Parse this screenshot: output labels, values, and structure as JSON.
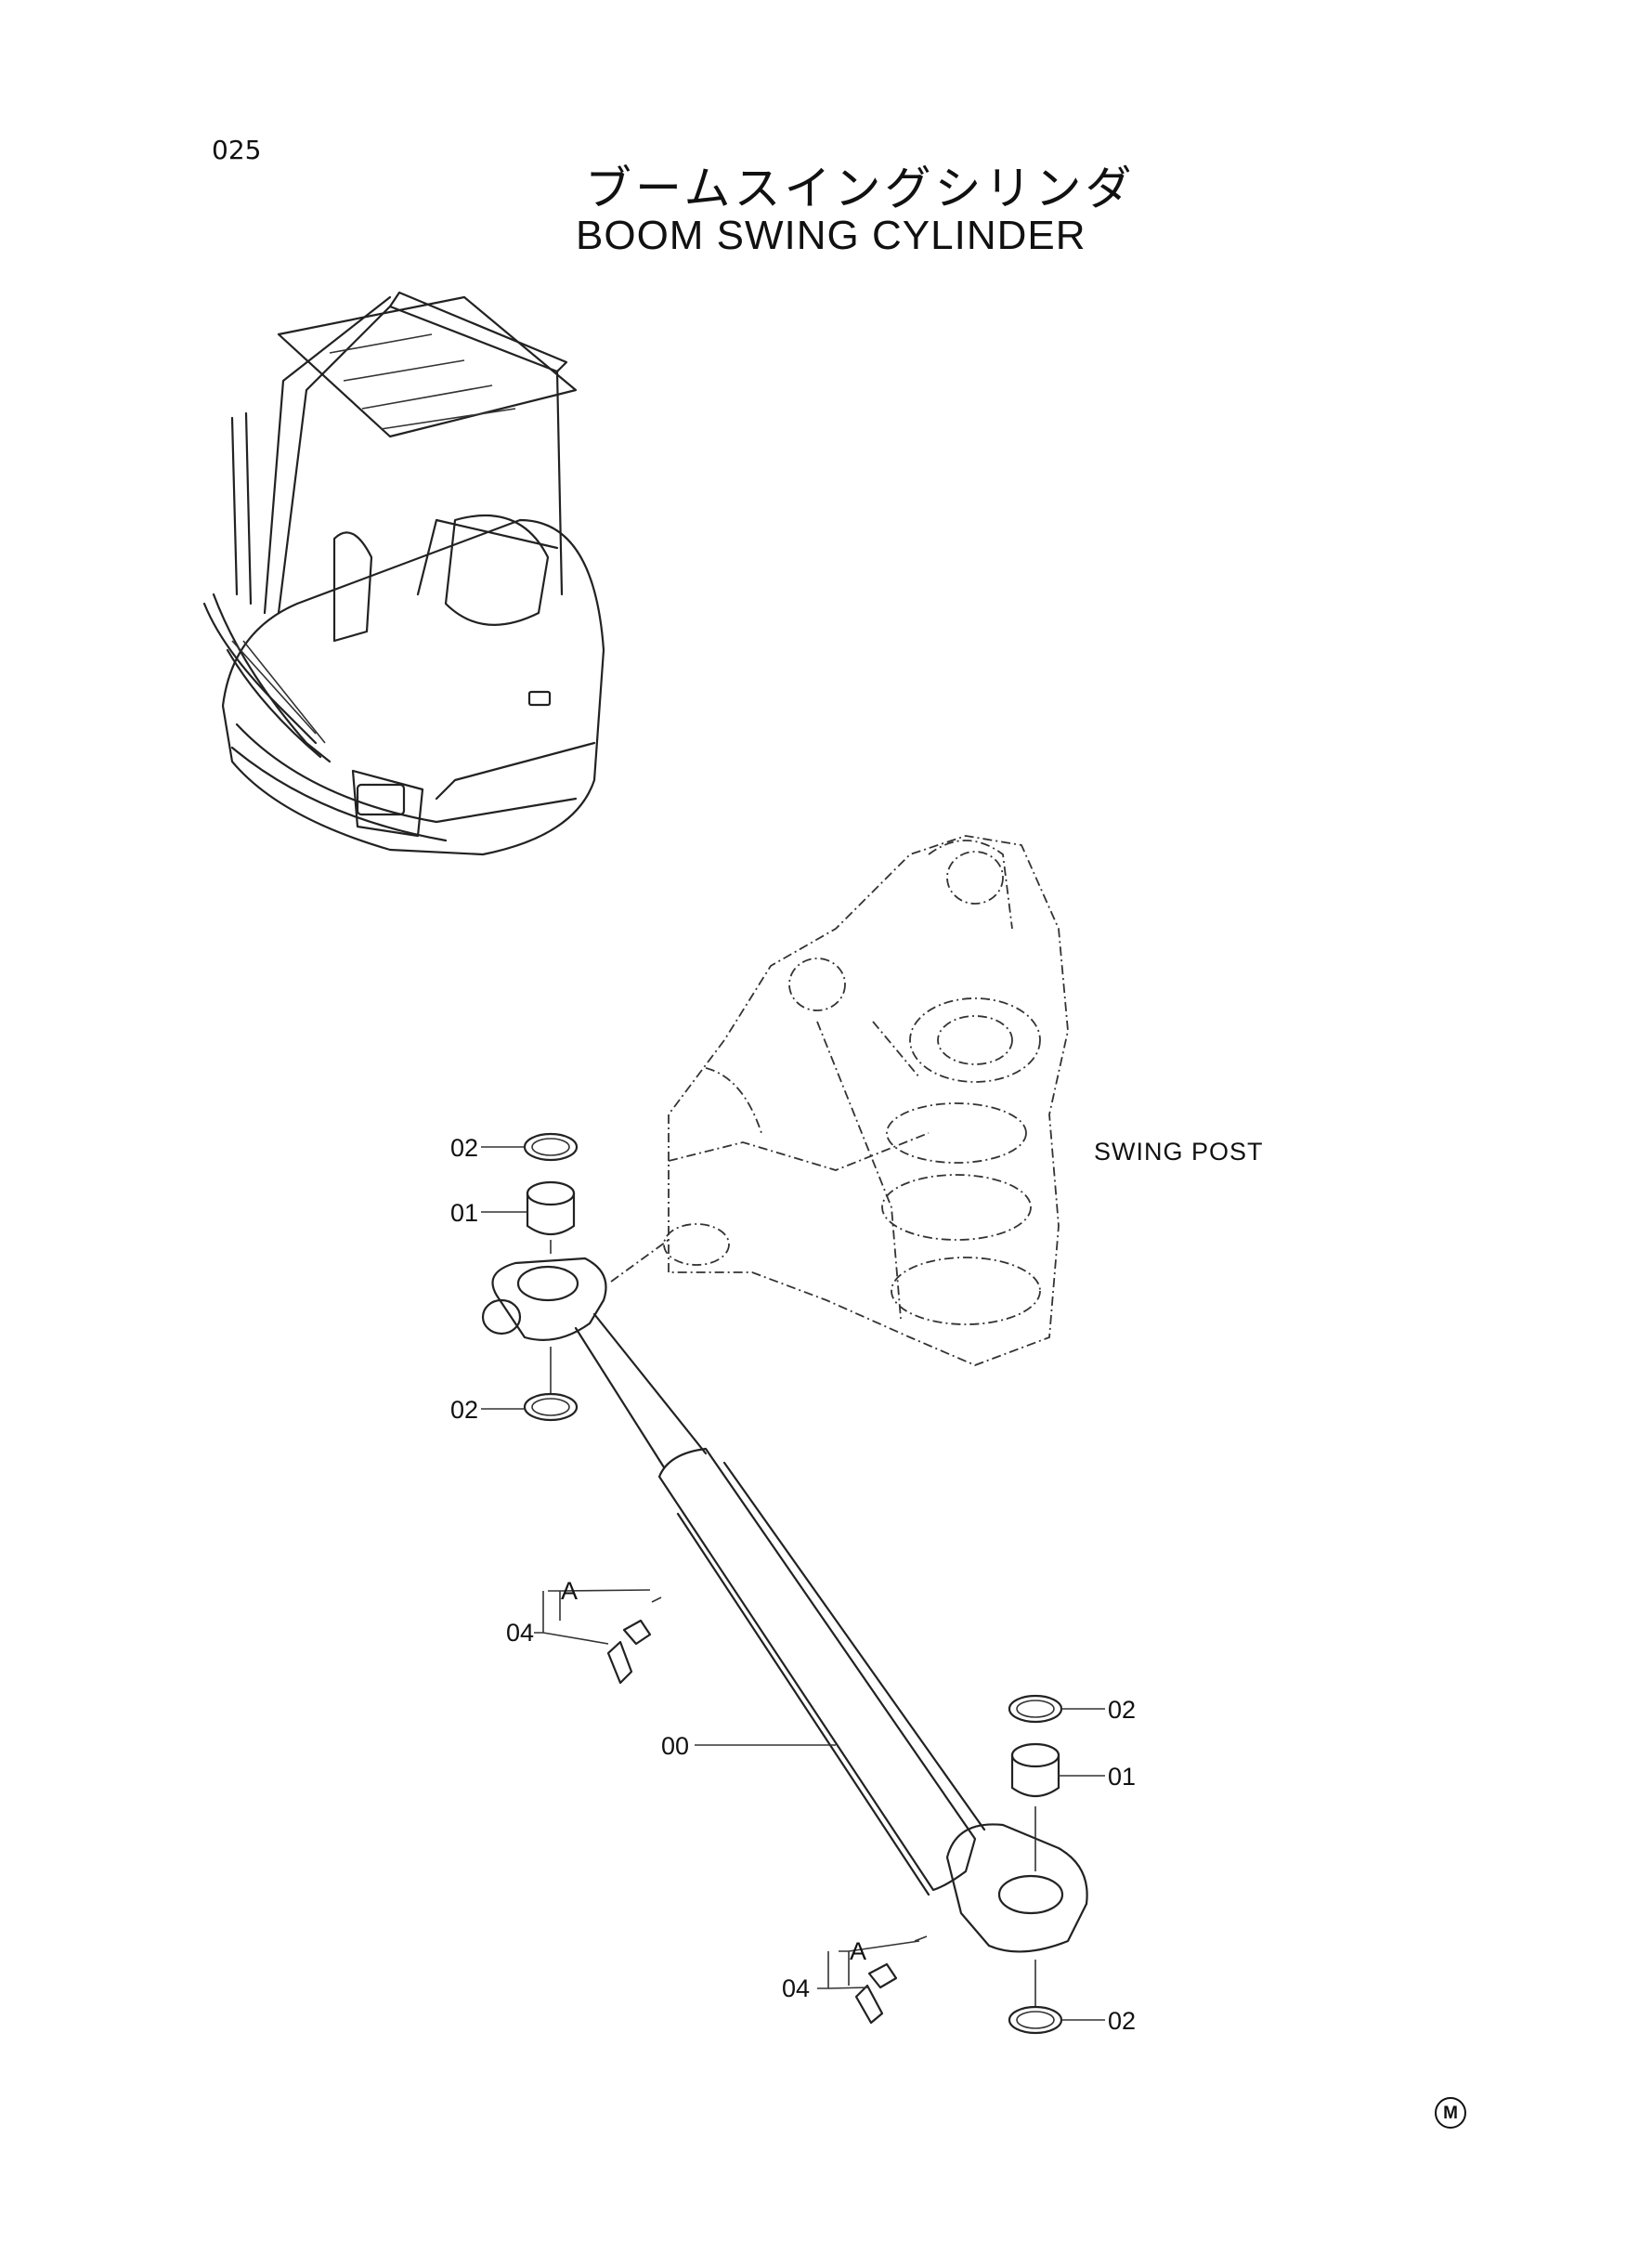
{
  "page_number": "025",
  "title_jp": "ブームスイングシリンダ",
  "title_en": "BOOM SWING CYLINDER",
  "swing_post_label": "SWING POST",
  "callouts": [
    {
      "id": "c1",
      "text": "02"
    },
    {
      "id": "c2",
      "text": "01"
    },
    {
      "id": "c3",
      "text": "02"
    },
    {
      "id": "c4",
      "text": "A"
    },
    {
      "id": "c5",
      "text": "04"
    },
    {
      "id": "c6",
      "text": "00"
    },
    {
      "id": "c7",
      "text": "02"
    },
    {
      "id": "c8",
      "text": "01"
    },
    {
      "id": "c9",
      "text": "A"
    },
    {
      "id": "c10",
      "text": "04"
    },
    {
      "id": "c11",
      "text": "02"
    }
  ],
  "mark": "M"
}
